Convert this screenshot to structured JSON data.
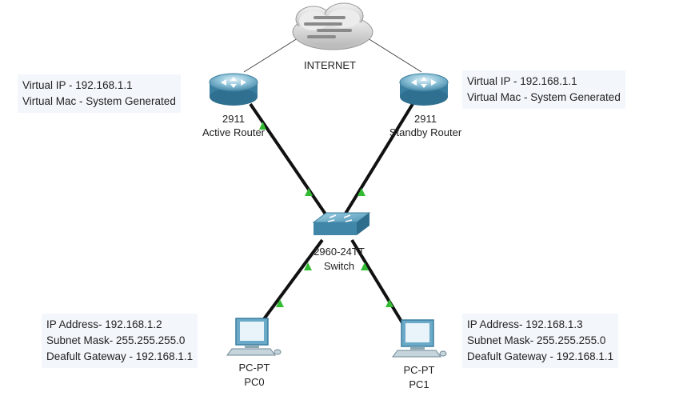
{
  "internet": {
    "label": "INTERNET"
  },
  "routers": {
    "active": {
      "model": "2911",
      "name": "Active Router"
    },
    "standby": {
      "model": "2911",
      "name": "Standby Router"
    }
  },
  "switch": {
    "model": "2960-24TT",
    "name": "Switch"
  },
  "pcs": {
    "pc0": {
      "type": "PC-PT",
      "name": "PC0"
    },
    "pc1": {
      "type": "PC-PT",
      "name": "PC1"
    }
  },
  "notes": {
    "active_router": {
      "line1": "Virtual IP - 192.168.1.1",
      "line2": "Virtual Mac - System Generated"
    },
    "standby_router": {
      "line1": "Virtual IP - 192.168.1.1",
      "line2": "Virtual Mac - System Generated"
    },
    "pc0": {
      "line1": "IP Address- 192.168.1.2",
      "line2": "Subnet Mask- 255.255.255.0",
      "line3": "Deafult Gateway - 192.168.1.1"
    },
    "pc1": {
      "line1": "IP Address- 192.168.1.3",
      "line2": "Subnet Mask- 255.255.255.0",
      "line3": "Deafult Gateway - 192.168.1.1"
    }
  },
  "colors": {
    "link": "#111111",
    "link_up": "#33bb33",
    "device_blue": "#4a8fb0",
    "note_bg": "#f3f6fb"
  }
}
